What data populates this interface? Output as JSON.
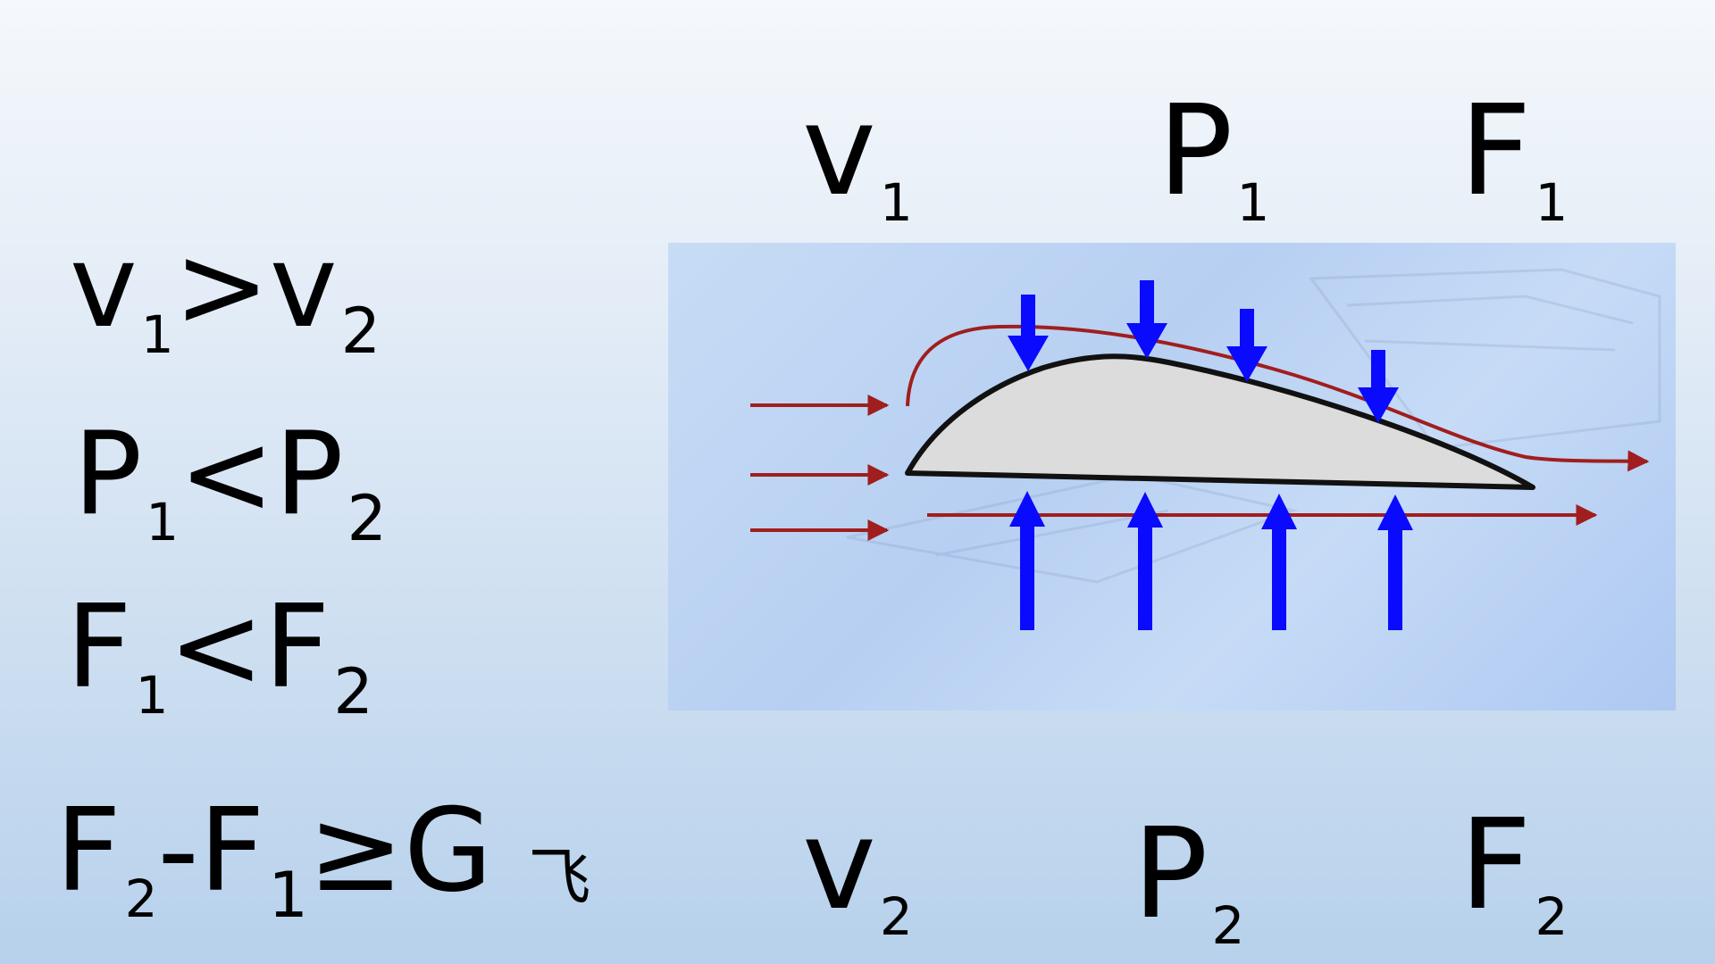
{
  "top_labels": [
    {
      "main": "v",
      "sub": "1"
    },
    {
      "main": "P",
      "sub": "1"
    },
    {
      "main": "F",
      "sub": "1"
    }
  ],
  "bottom_labels": [
    {
      "main": "v",
      "sub": "2"
    },
    {
      "main": "P",
      "sub": "2"
    },
    {
      "main": "F",
      "sub": "2"
    }
  ],
  "relations": [
    {
      "a": "v",
      "a_sub": "1",
      "op": ">",
      "b": "v",
      "b_sub": "2"
    },
    {
      "a": "P",
      "a_sub": "1",
      "op": "<",
      "b": "P",
      "b_sub": "2"
    },
    {
      "a": "F",
      "a_sub": "1",
      "op": "<",
      "b": "F",
      "b_sub": "2"
    }
  ],
  "lift_condition": {
    "a": "F",
    "a_sub": "2",
    "minus": "-",
    "b": "F",
    "b_sub": "1",
    "op": "≥",
    "c": "G",
    "c_sub": "飞"
  },
  "colors": {
    "flow_arrow": "#a01e1e",
    "pressure_arrow": "#0a0aff",
    "airfoil_fill": "#dcdcdc",
    "airfoil_outline": "#111111"
  }
}
